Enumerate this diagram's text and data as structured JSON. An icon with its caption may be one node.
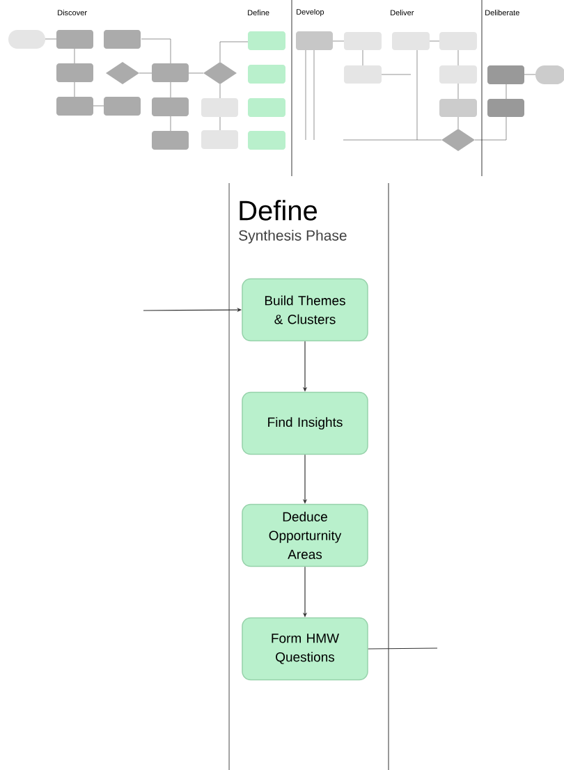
{
  "diagram": {
    "title": "Define",
    "nodes": [
      {
        "text": [
          "Build Themes & Clusters"
        ]
      },
      {
        "text": [
          "Find Insights"
        ]
      },
      {
        "text": [
          "Deduce Opporturnity Areas"
        ]
      },
      {
        "text": [
          "Form HMW Questions"
        ]
      }
    ],
    "edges": [
      {
        "from": null,
        "to": 0,
        "arrow": "to"
      },
      {
        "from": 0,
        "to": 1,
        "arrow": "to"
      },
      {
        "from": 1,
        "to": 2,
        "arrow": "to"
      },
      {
        "from": 2,
        "to": 3,
        "arrow": "to"
      },
      {
        "from": 3,
        "to": null,
        "arrow": "none"
      }
    ],
    "labels": [
      "Discover",
      "Define",
      "Develop",
      "Deliver",
      "Deliberate",
      "Synthesis Phase"
    ]
  }
}
